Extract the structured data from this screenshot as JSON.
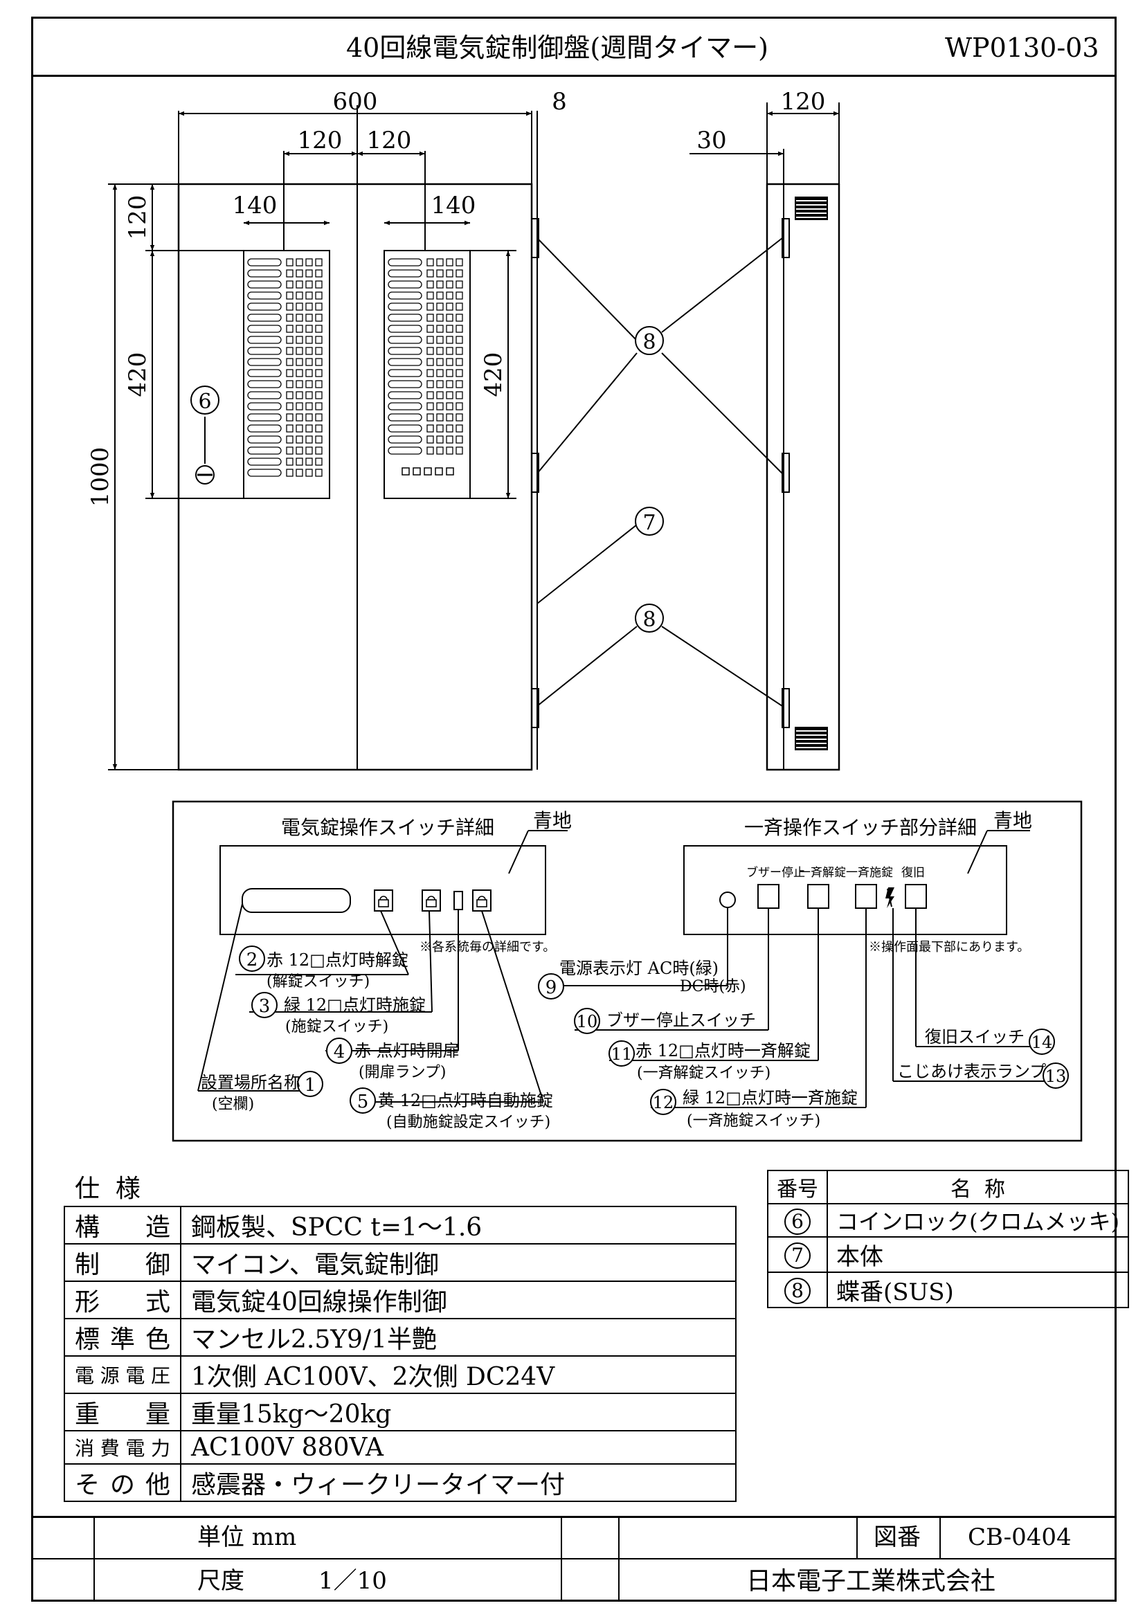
{
  "header": {
    "title": "40回線電気錠制御盤(週間タイマー)",
    "drawing_code": "WP0130-03"
  },
  "dimensions": {
    "width_600": "600",
    "door_8": "8",
    "depth_120": "120",
    "hinge_30": "30",
    "left_120": "120",
    "right_120": "120",
    "left_140": "140",
    "right_140": "140",
    "top_120": "120",
    "left_420": "420",
    "right_420": "420",
    "height_1000": "1000"
  },
  "callouts": {
    "n6": "6",
    "n7": "7",
    "n8a": "8",
    "n8b": "8"
  },
  "switch_detail": {
    "title": "電気錠操作スイッチ詳細",
    "bg_label": "青地",
    "note": "※各系統毎の詳細です。",
    "items": [
      {
        "num": "2",
        "line1": "赤 12□点灯時解錠",
        "line2": "(解錠スイッチ)"
      },
      {
        "num": "3",
        "line1": "緑 12□点灯時施錠",
        "line2": "(施錠スイッチ)"
      },
      {
        "num": "4",
        "line1": "赤 点灯時開扉",
        "line2": "(開扉ランプ)"
      },
      {
        "num": "1",
        "line1": "設置場所名称",
        "line2": "(空欄)"
      },
      {
        "num": "5",
        "line1": "黄 12□点灯時自動施錠",
        "line2": "(自動施錠設定スイッチ)"
      }
    ]
  },
  "group_detail": {
    "title": "一斉操作スイッチ部分詳細",
    "bg_label": "青地",
    "button_labels": [
      "ブザー停止",
      "一斉解錠",
      "一斉施錠",
      "復旧"
    ],
    "note": "※操作面最下部にあります。",
    "items": [
      {
        "num": "9",
        "line1": "電源表示灯  AC時(緑)",
        "line2": "DC時(赤)"
      },
      {
        "num": "10",
        "line1": "ブザー停止スイッチ",
        "line2": ""
      },
      {
        "num": "11",
        "line1": "赤 12□点灯時一斉解錠",
        "line2": "(一斉解錠スイッチ)"
      },
      {
        "num": "12",
        "line1": "緑 12□点灯時一斉施錠",
        "line2": "(一斉施錠スイッチ)"
      },
      {
        "num": "14",
        "line1": "復旧スイッチ",
        "line2": ""
      },
      {
        "num": "13",
        "line1": "こじあけ表示ランプ",
        "line2": ""
      }
    ]
  },
  "spec": {
    "heading": "仕  様",
    "rows": [
      {
        "key": "構造",
        "value": "鋼板製、SPCC t=1～1.6"
      },
      {
        "key": "制御",
        "value": "マイコン、電気錠制御"
      },
      {
        "key": "形式",
        "value": "電気錠40回線操作制御"
      },
      {
        "key": "標準色",
        "value": "マンセル2.5Y9/1半艶"
      },
      {
        "key": "電源電圧",
        "value": "1次側 AC100V、2次側 DC24V"
      },
      {
        "key": "重量",
        "value": "重量15kg～20kg"
      },
      {
        "key": "消費電力",
        "value": "AC100V  880VA"
      },
      {
        "key": "その他",
        "value": "感震器・ウィークリータイマー付"
      }
    ]
  },
  "parts": {
    "col_num": "番号",
    "col_name": "名  称",
    "rows": [
      {
        "num": "6",
        "name": "コインロック(クロムメッキ)"
      },
      {
        "num": "7",
        "name": "本体"
      },
      {
        "num": "8",
        "name": "蝶番(SUS)"
      }
    ]
  },
  "title_block": {
    "unit": "単位 mm",
    "scale_label": "尺度",
    "scale_value": "1／10",
    "drawing_no_label": "図番",
    "drawing_no": "CB-0404",
    "company": "日本電子工業株式会社"
  }
}
